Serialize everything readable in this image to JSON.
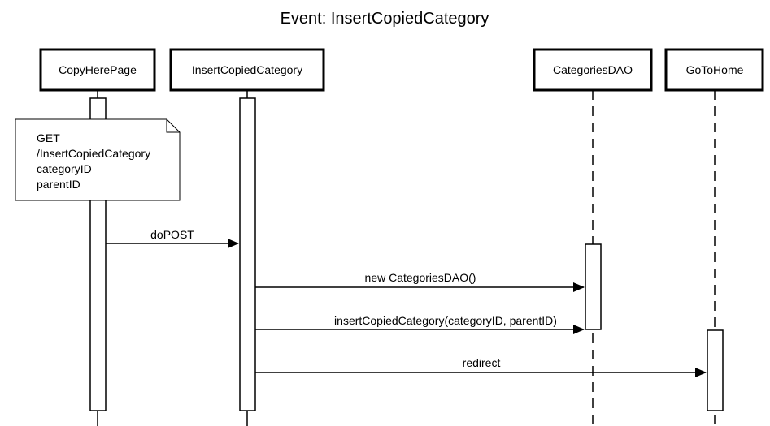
{
  "title": "Event: InsertCopiedCategory",
  "participants": {
    "copy_here_page": "CopyHerePage",
    "insert_copied_category": "InsertCopiedCategory",
    "categories_dao": "CategoriesDAO",
    "go_to_home": "GoToHome"
  },
  "note": {
    "lines": [
      "GET",
      "/InsertCopiedCategory",
      "categoryID",
      "parentID"
    ]
  },
  "messages": {
    "do_post": "doPOST",
    "new_dao": "new CategoriesDAO()",
    "insert_call": "insertCopiedCategory(categoryID, parentID)",
    "redirect": "redirect"
  }
}
